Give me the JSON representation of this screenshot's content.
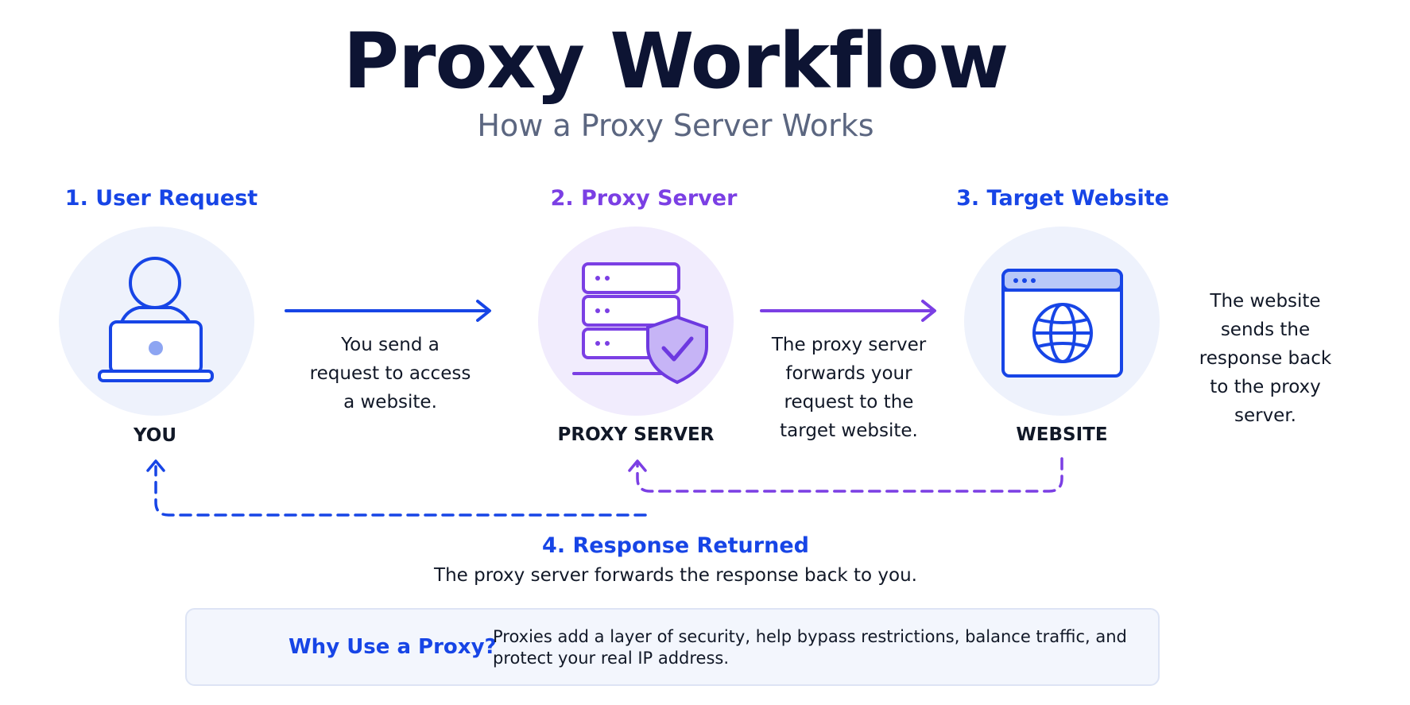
{
  "header": {
    "title": "Proxy Workflow",
    "subtitle": "How a Proxy Server Works"
  },
  "steps": [
    {
      "title": "1. User Request",
      "node_label": "YOU",
      "icon": "user-laptop-icon"
    },
    {
      "title": "2. Proxy Server",
      "node_label": "PROXY SERVER",
      "icon": "server-shield-icon"
    },
    {
      "title": "3. Target Website",
      "node_label": "WEBSITE",
      "icon": "browser-globe-icon"
    }
  ],
  "descriptions": {
    "request": [
      "You send a",
      "request to access",
      "a website."
    ],
    "forward": [
      "The proxy server",
      "forwards your",
      "request to the",
      "target website."
    ],
    "website_response": [
      "The website",
      "sends the",
      "response back",
      "to the proxy",
      "server."
    ]
  },
  "response": {
    "title": "4. Response Returned",
    "text": "The proxy server forwards the response back to you."
  },
  "why": {
    "title": "Why Use a Proxy?",
    "line1": "Proxies add a layer of security, help bypass restrictions, balance traffic, and",
    "line2": "protect your real IP address.",
    "icon": "shield-check-icon"
  },
  "colors": {
    "blue": "#1745e6",
    "purple": "#7b3fe4",
    "dark": "#0d1433",
    "circle_blue": "#eef2fc",
    "circle_purple": "#f1ecfd"
  }
}
